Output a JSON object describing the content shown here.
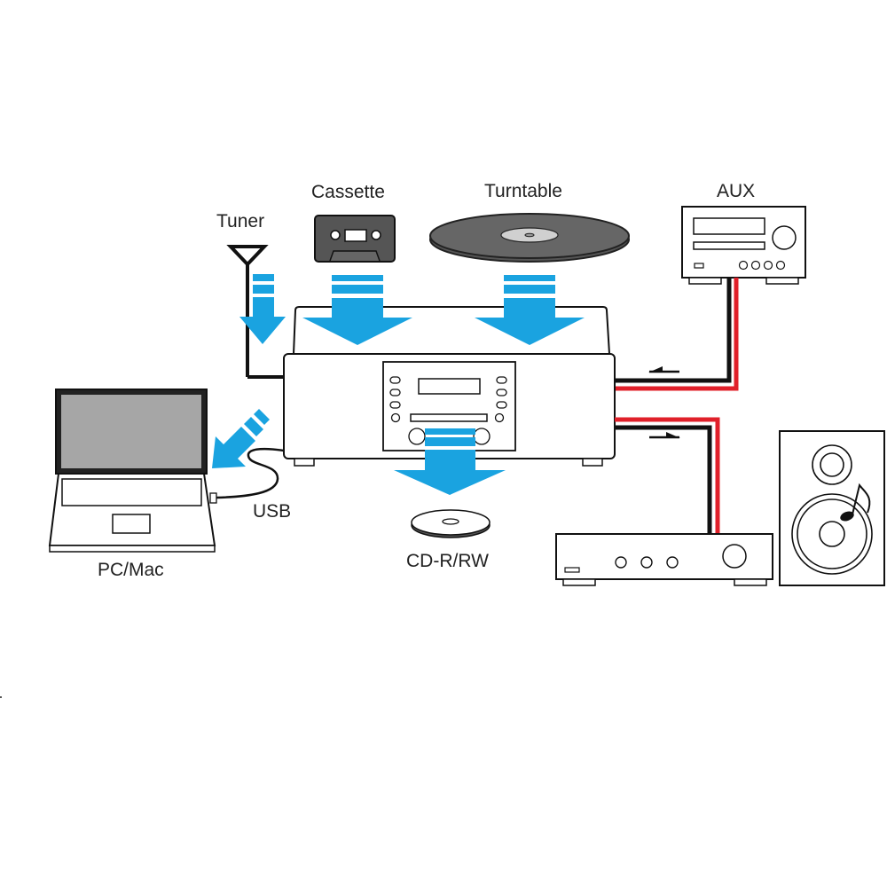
{
  "diagram": {
    "type": "audio-connection-diagram",
    "colors": {
      "arrow": "#1aa3e0",
      "cable_black": "#111111",
      "cable_red": "#e0202a",
      "device_dark": "#555555",
      "laptop_screen": "#a6a6a6",
      "outline": "#111111"
    },
    "labels": {
      "tuner": "Tuner",
      "cassette": "Cassette",
      "turntable": "Turntable",
      "aux": "AUX",
      "pc_mac": "PC/Mac",
      "usb": "USB",
      "cd": "CD-R/RW"
    },
    "nodes": [
      {
        "id": "tuner",
        "label": "Tuner",
        "icon": "antenna-icon",
        "role": "input"
      },
      {
        "id": "cassette",
        "label": "Cassette",
        "icon": "cassette-icon",
        "role": "input"
      },
      {
        "id": "turntable",
        "label": "Turntable",
        "icon": "vinyl-record-icon",
        "role": "input"
      },
      {
        "id": "aux",
        "label": "AUX",
        "icon": "stereo-receiver-icon",
        "role": "input"
      },
      {
        "id": "recorder",
        "label": "",
        "icon": "cd-recorder-icon",
        "role": "hub"
      },
      {
        "id": "pc",
        "label": "PC/Mac",
        "icon": "laptop-icon",
        "role": "output"
      },
      {
        "id": "cd",
        "label": "CD-R/RW",
        "icon": "disc-icon",
        "role": "output"
      },
      {
        "id": "amplifier",
        "label": "",
        "icon": "amplifier-icon",
        "role": "output"
      },
      {
        "id": "speaker",
        "label": "",
        "icon": "speaker-icon",
        "role": "output"
      }
    ],
    "edges": [
      {
        "from": "tuner",
        "to": "recorder",
        "style": "blue-arrow"
      },
      {
        "from": "cassette",
        "to": "recorder",
        "style": "blue-arrow"
      },
      {
        "from": "turntable",
        "to": "recorder",
        "style": "blue-arrow"
      },
      {
        "from": "aux",
        "to": "recorder",
        "style": "red-black-cable"
      },
      {
        "from": "recorder",
        "to": "pc",
        "style": "blue-arrow",
        "label": "USB"
      },
      {
        "from": "recorder",
        "to": "cd",
        "style": "blue-arrow"
      },
      {
        "from": "recorder",
        "to": "amplifier",
        "style": "red-black-cable"
      }
    ]
  }
}
